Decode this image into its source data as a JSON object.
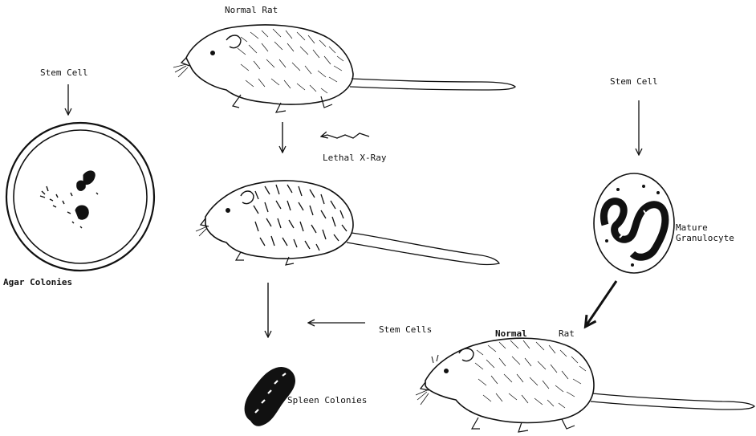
{
  "labels": {
    "normal_rat_top": "Normal Rat",
    "stem_cell_left": "Stem Cell",
    "stem_cell_right": "Stem Cell",
    "lethal_xray": "Lethal X-Ray",
    "agar_colonies": "Agar Colonies",
    "mature": "Mature",
    "granulocyte": "Granulocyte",
    "stem_cells": "Stem Cells",
    "normal": "Normal",
    "rat": "Rat",
    "spleen_colonies": "Spleen Colonies"
  },
  "colors": {
    "ink": "#111111",
    "paper": "#ffffff"
  }
}
